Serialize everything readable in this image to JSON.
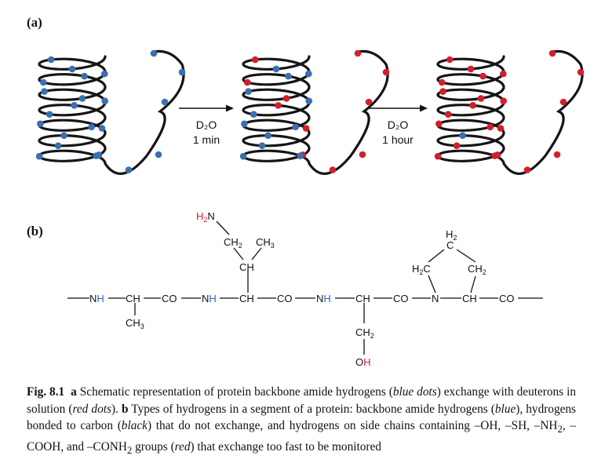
{
  "panel_a_label": "(a)",
  "panel_b_label": "(b)",
  "arrows": [
    {
      "reagent": "D₂O",
      "time": "1 min"
    },
    {
      "reagent": "D₂O",
      "time": "1 hour"
    }
  ],
  "colors": {
    "strand": "#151515",
    "blue_dot": "#3a6fb0",
    "red_dot": "#d21f2a",
    "exchangeable_text": "#d21f2a",
    "amide_h": "#2f63c7"
  },
  "structure": {
    "backbone": [
      "—NH—CH—CO—NH—CH—CO—NH—CH—CO—N—CH—CO—"
    ],
    "nh_label": "NH",
    "h_label": "H",
    "n_label": "N",
    "ch_label": "CH",
    "co_label": "CO",
    "ch3_label": "CH",
    "ch3_sub": "3",
    "ch2_label": "CH",
    "ch2_sub": "2",
    "h2n_h": "H",
    "h2n_sub": "2",
    "h2n_n": "N",
    "oh_o": "O",
    "oh_h": "H",
    "h2c_h": "H",
    "h2c_sub": "2",
    "h2c_c": "C",
    "h2_top_h": "H",
    "h2_top_sub": "2",
    "c_top": "C"
  },
  "caption": {
    "fig_label": "Fig. 8.1",
    "part_a": "a",
    "text_1": " Schematic representation of protein backbone amide hydrogens (",
    "blue_dots": "blue dots",
    "text_2": ") exchange with deuterons in solution (",
    "red_dots": "red dots",
    "text_3": "). ",
    "part_b": "b",
    "text_4": " Types of hydrogens in a segment of a protein: backbone amide hydrogens (",
    "blue": "blue",
    "text_5": "), hydrogens bonded to carbon (",
    "black": "black",
    "text_6": ") that do not exchange, and hydrogens on side chains containing –OH, –SH, –NH",
    "sub_2a": "2",
    "text_7": ", –COOH, and –CONH",
    "sub_2b": "2",
    "text_8": " groups (",
    "red": "red",
    "text_9": ") that exchange too fast to be monitored"
  }
}
